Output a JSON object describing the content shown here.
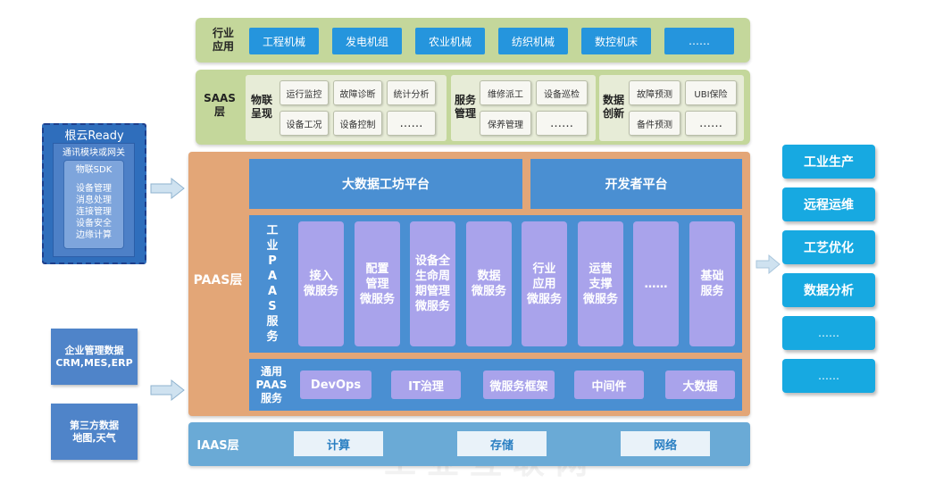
{
  "industry": {
    "title": "行业\n应用",
    "items": [
      "工程机械",
      "发电机组",
      "农业机械",
      "纺织机械",
      "数控机床",
      "……"
    ]
  },
  "saas": {
    "title": "SAAS\n层",
    "groups": [
      {
        "title": "物联\n呈现",
        "cells": [
          "运行监控",
          "故障诊断",
          "统计分析",
          "设备工况",
          "设备控制",
          "……"
        ]
      },
      {
        "title": "服务\n管理",
        "cells": [
          "维修派工",
          "设备巡检",
          "保养管理",
          "……"
        ]
      },
      {
        "title": "数据\n创新",
        "cells": [
          "故障预测",
          "UBI保险",
          "备件预测",
          "……"
        ]
      }
    ]
  },
  "paas": {
    "label": "PAAS层",
    "platforms": [
      "大数据工坊平台",
      "开发者平台"
    ],
    "industrial": {
      "title": "工\n业\nP\nA\nA\nS\n服\n务",
      "services": [
        "接入\n微服务",
        "配置\n管理\n微服务",
        "设备全\n生命周\n期管理\n微服务",
        "数据\n微服务",
        "行业\n应用\n微服务",
        "运营\n支撑\n微服务",
        "……",
        "基础\n服务"
      ]
    },
    "general": {
      "title": "通用\nPAAS\n服务",
      "items": [
        "DevOps",
        "IT治理",
        "微服务框架",
        "中间件",
        "大数据"
      ]
    }
  },
  "iaas": {
    "label": "IAAS层",
    "items": [
      "计算",
      "存储",
      "网络"
    ]
  },
  "left": {
    "ready": {
      "title": "根云Ready",
      "module": "通讯模块或网关",
      "sdk": "物联SDK",
      "features": [
        "设备管理",
        "消息处理",
        "连接管理",
        "设备安全",
        "边缘计算"
      ]
    },
    "enterprise": "企业管理数据\nCRM,MES,ERP",
    "third_party": "第三方数据\n地图,天气"
  },
  "right": {
    "items": [
      "工业生产",
      "远程运维",
      "工艺优化",
      "数据分析",
      "……",
      "……"
    ]
  },
  "watermark": "工业互联网",
  "colors": {
    "green": "#c4d79b",
    "industry_button": "#2595dd",
    "paas_orange": "#e3a677",
    "platform_blue": "#4a8fd2",
    "service_purple": "#a9a3eb",
    "iaas_blue": "#6aaad6",
    "right_button": "#17a9e1",
    "left_dark": "#2f6ebc"
  }
}
